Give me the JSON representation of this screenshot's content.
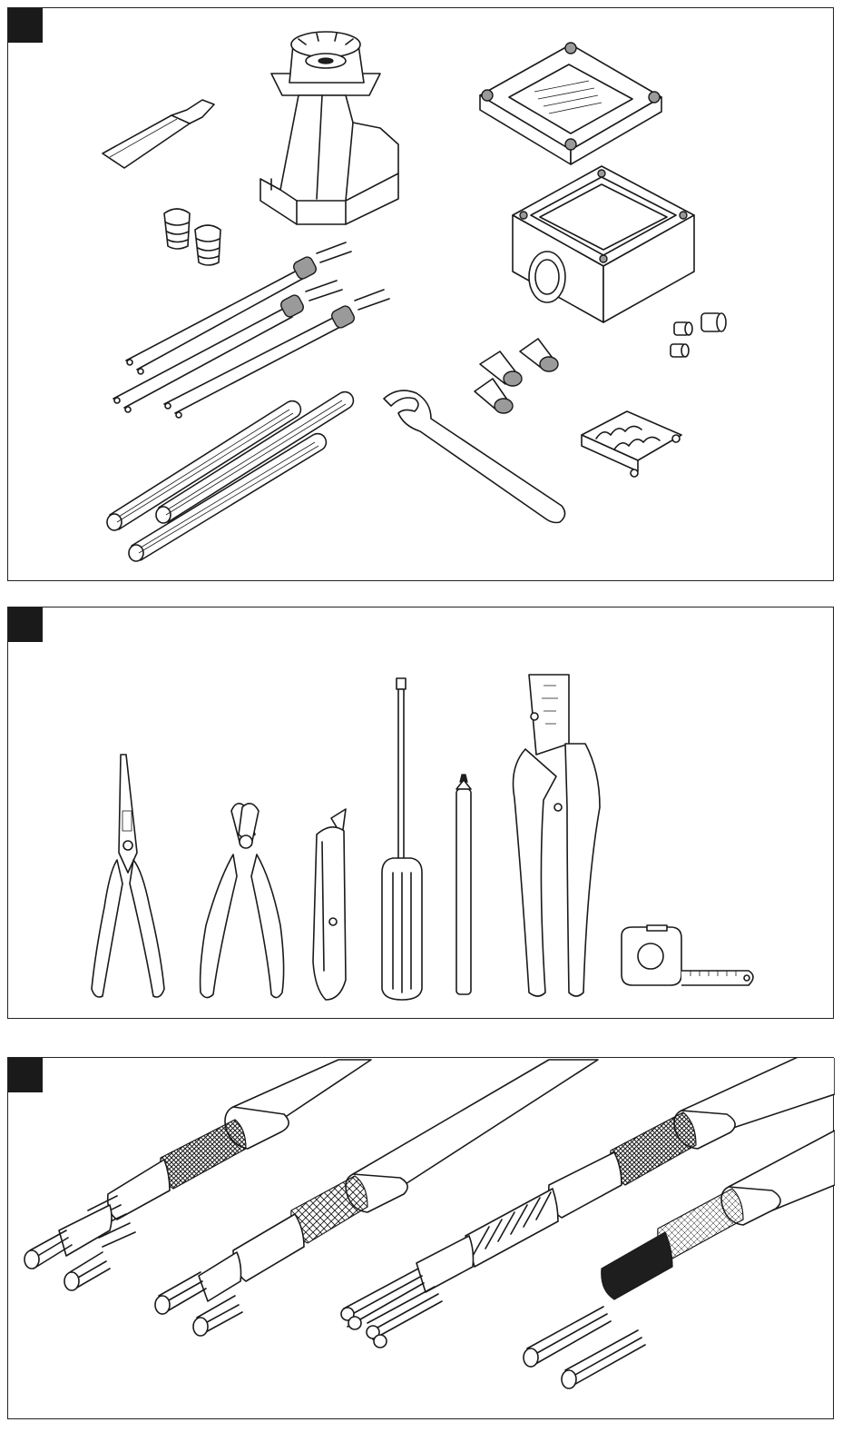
{
  "panels": [
    {
      "id": "kit-components",
      "marker_color": "#1a1a1a"
    },
    {
      "id": "required-tools",
      "marker_color": "#1a1a1a"
    },
    {
      "id": "heating-cable-types",
      "marker_color": "#1a1a1a"
    }
  ],
  "colors": {
    "line": "#1a1a1a",
    "grey_fill": "#9a9a9a",
    "dark_fill": "#1e1e1e",
    "background": "#ffffff"
  }
}
